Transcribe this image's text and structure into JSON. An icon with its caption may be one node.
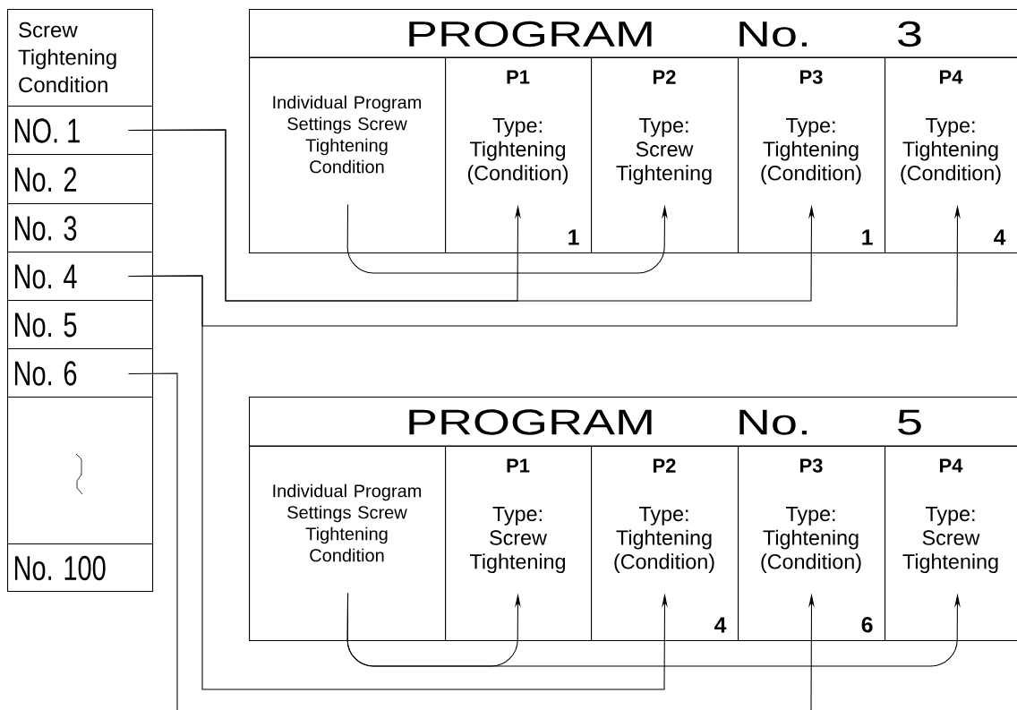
{
  "diagram": {
    "nodes": [
      {
        "text": [
          "Screw Tightening Condition"
        ]
      },
      {
        "text": [
          "NO. 1"
        ]
      },
      {
        "text": [
          "No. 2"
        ]
      },
      {
        "text": [
          "No. 3"
        ]
      },
      {
        "text": [
          "No. 4"
        ]
      },
      {
        "text": [
          "No. 5"
        ]
      },
      {
        "text": [
          "No. 6"
        ]
      },
      {
        "text": [],
        "shape": "box"
      },
      {
        "text": [
          "No. 100"
        ]
      },
      {
        "text": [
          "PROGRAM No. 3"
        ]
      },
      {
        "text": [
          "Individual Program Settings Screw Tightening Condition"
        ],
        "in": 9
      },
      {
        "text": [
          "P1",
          "Type: Tightening (Condition)",
          "1"
        ],
        "in": 9
      },
      {
        "text": [
          "P2",
          "Type: Screw Tightening"
        ],
        "in": 9
      },
      {
        "text": [
          "P3",
          "Type: Tightening (Condition)",
          "1"
        ],
        "in": 9
      },
      {
        "text": [
          "P4",
          "Type: Tightening (Condition)",
          "4"
        ],
        "in": 9
      },
      {
        "text": [
          "PROGRAM No. 5"
        ]
      },
      {
        "text": [
          "Individual Program Settings Screw Tightening Condition"
        ],
        "in": 15
      },
      {
        "text": [
          "P1",
          "Type: Screw Tightening"
        ],
        "in": 15
      },
      {
        "text": [
          "P2",
          "Type: Tightening (Condition)",
          "4"
        ],
        "in": 15
      },
      {
        "text": [
          "P3",
          "Type: Tightening (Condition)",
          "6"
        ],
        "in": 15
      },
      {
        "text": [
          "P4",
          "Type: Screw Tightening"
        ],
        "in": 15
      }
    ],
    "edges": [
      {
        "from": 1,
        "to": 11,
        "arrow": "to"
      },
      {
        "from": 1,
        "to": 13,
        "arrow": "to"
      },
      {
        "from": 10,
        "to": 12,
        "arrow": "to"
      },
      {
        "from": 4,
        "to": 14,
        "arrow": "to"
      },
      {
        "from": 4,
        "to": 18,
        "arrow": "to"
      },
      {
        "from": 6,
        "to": null,
        "arrow": "none"
      },
      {
        "from": null,
        "to": 19,
        "arrow": "to"
      },
      {
        "from": 16,
        "to": 17,
        "arrow": "to"
      },
      {
        "from": 16,
        "to": 20,
        "arrow": "to"
      }
    ]
  }
}
